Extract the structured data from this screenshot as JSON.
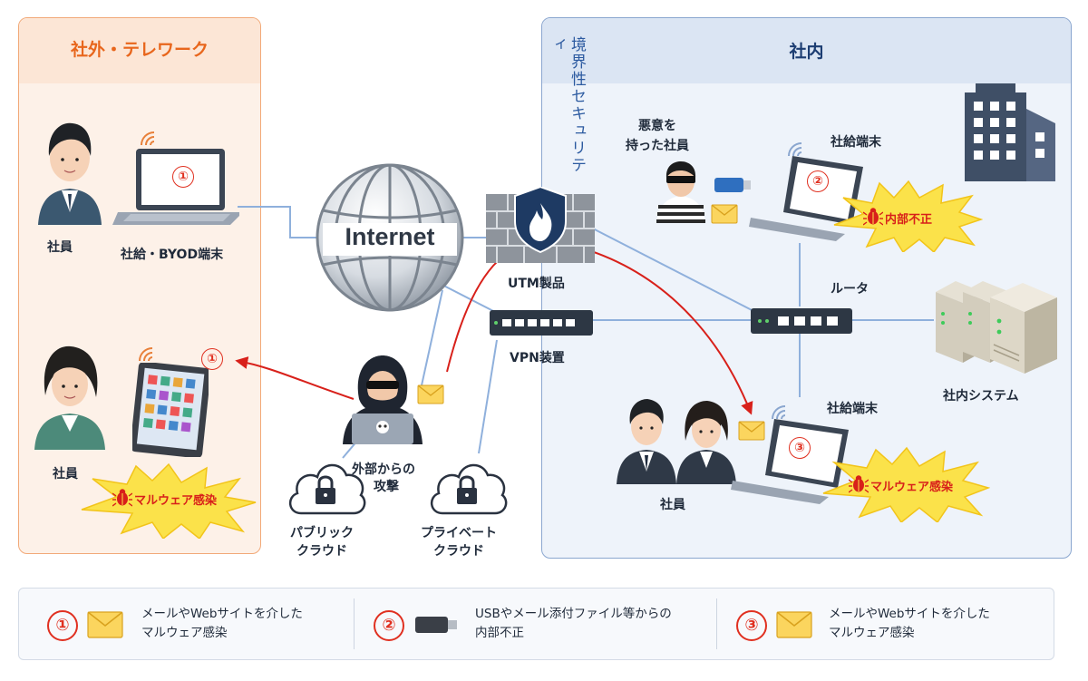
{
  "zones": {
    "outside_title": "社外・テレワーク",
    "inside_title": "社内",
    "perimeter_label": "境界性セキュリティ"
  },
  "labels": {
    "employee_top": "社員",
    "byod_device": "社給・BYOD端末",
    "employee_bottom": "社員",
    "internet": "Internet",
    "utm": "UTM製品",
    "vpn": "VPN装置",
    "attacker": "外部からの攻撃",
    "public_cloud": "パブリック\nクラウド",
    "private_cloud": "プライベート\nクラウド",
    "malicious_employee": "悪意を\n持った社員",
    "company_pc_top": "社給端末",
    "router": "ルータ",
    "internal_system": "社内システム",
    "company_pc_bottom": "社給端末",
    "employees_inside": "社員"
  },
  "markers": {
    "one": "①",
    "two": "②",
    "three": "③"
  },
  "bursts": {
    "malware_left": "マルウェア感染",
    "internal_fraud": "内部不正",
    "malware_right": "マルウェア感染"
  },
  "legend": [
    {
      "num": "①",
      "icon": "mail-icon",
      "text": "メールやWebサイトを介した\nマルウェア感染"
    },
    {
      "num": "②",
      "icon": "usb-icon",
      "text": "USBやメール添付ファイル等からの\n内部不正"
    },
    {
      "num": "③",
      "icon": "mail-icon",
      "text": "メールやWebサイトを介した\nマルウェア感染"
    }
  ],
  "colors": {
    "outside_accent": "#e8661c",
    "inside_accent": "#1c3d72",
    "alert_red": "#e03020",
    "connector_blue": "#8fb0dc"
  }
}
